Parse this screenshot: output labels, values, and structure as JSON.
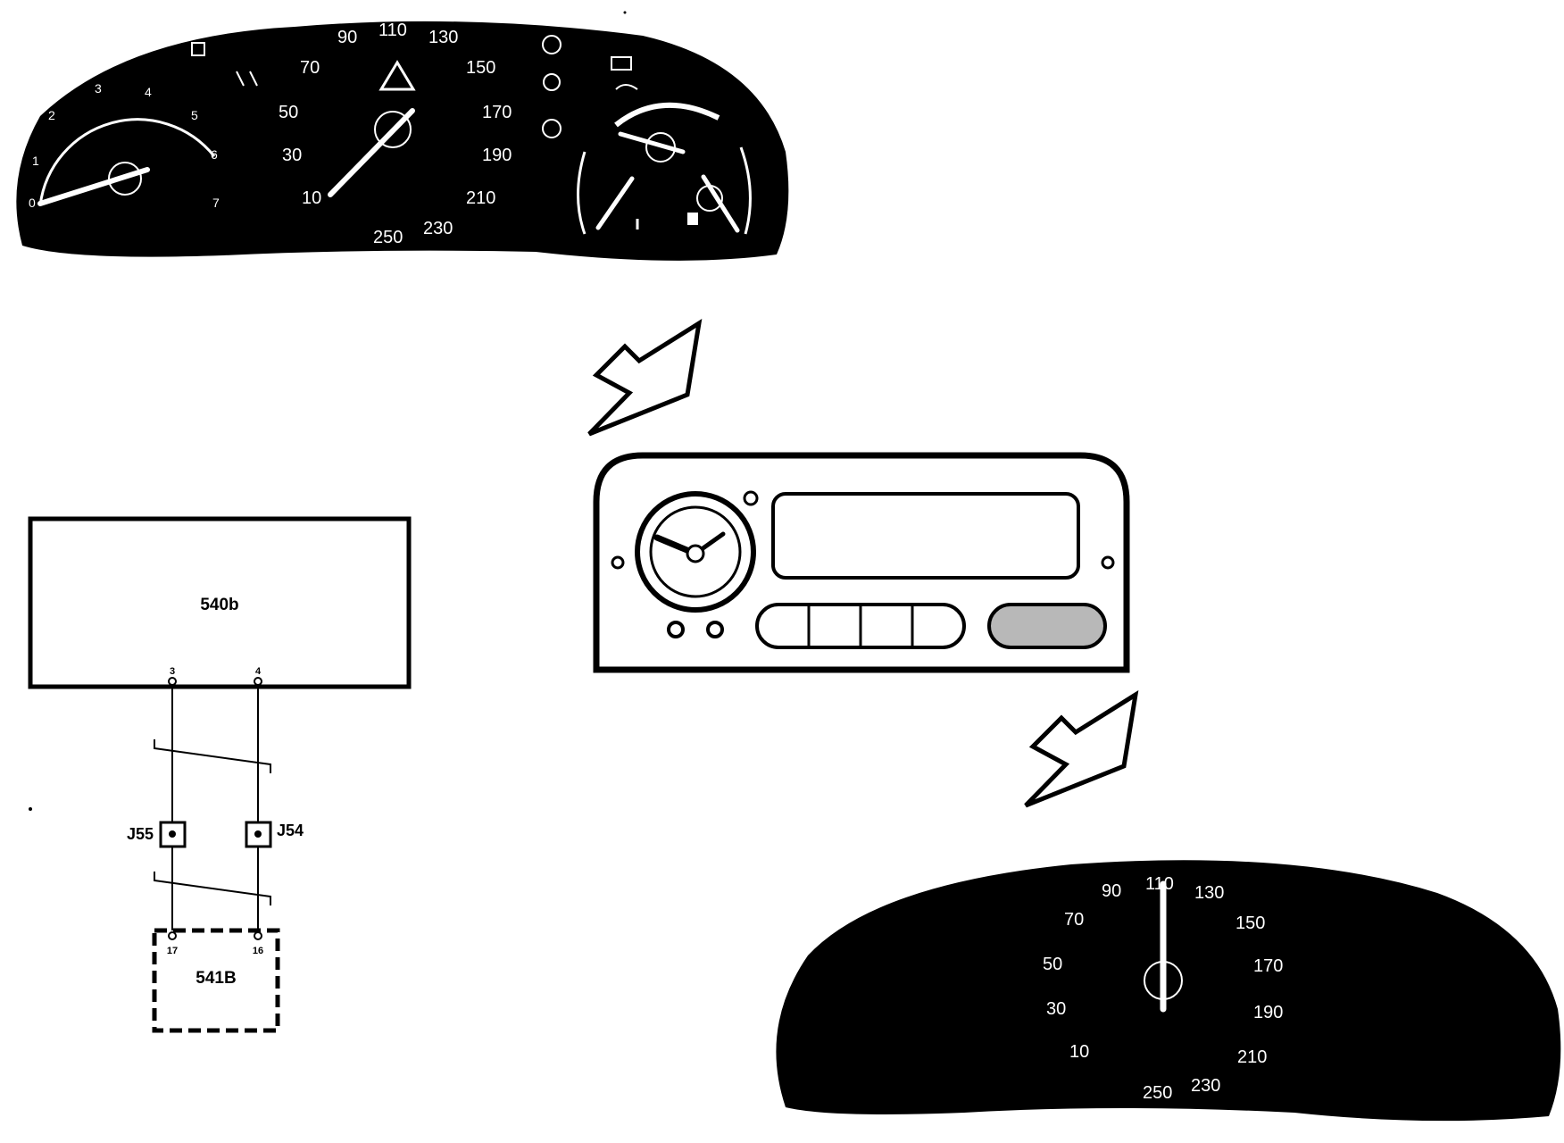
{
  "colors": {
    "ink": "#000000",
    "paper": "#ffffff",
    "display_gray": "#b8b8b8"
  },
  "wiring": {
    "unit_top": "540b",
    "unit_bottom": "541B",
    "pin_left_top": "3",
    "pin_right_top": "4",
    "pin_left_bottom": "17",
    "pin_right_bottom": "16",
    "connector_left": "J55",
    "connector_right": "J54"
  },
  "cluster": {
    "tach_ticks": [
      "0",
      "1",
      "2",
      "3",
      "4",
      "5",
      "6",
      "7"
    ],
    "speed_ticks": [
      "10",
      "30",
      "50",
      "70",
      "90",
      "110",
      "130",
      "150",
      "170",
      "190",
      "210",
      "230",
      "250"
    ],
    "warning_icon": "warning-triangle-icon",
    "fuel_icon": "fuel-pump-icon",
    "temp_icon": "thermometer-icon"
  },
  "speedo": {
    "ticks": [
      "10",
      "30",
      "50",
      "70",
      "90",
      "110",
      "130",
      "150",
      "170",
      "190",
      "210",
      "230",
      "250"
    ]
  },
  "icons": {
    "arrow": "hollow-zigzag-arrow-icon",
    "clock": "analog-clock-icon"
  }
}
